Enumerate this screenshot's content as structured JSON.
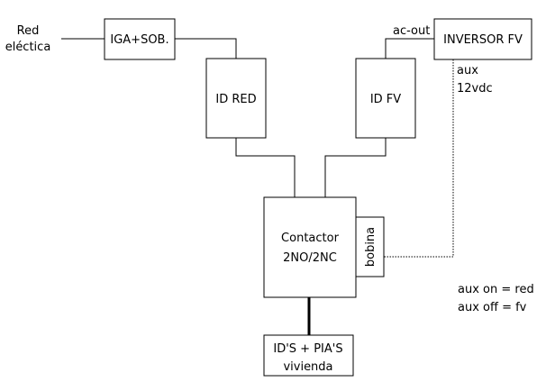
{
  "labels": {
    "red_line1": "Red",
    "red_line2": "eléctica",
    "iga": "IGA+SOB.",
    "id_red": "ID RED",
    "id_fv": "ID FV",
    "inversor": "INVERSOR FV",
    "ac_out": "ac-out",
    "aux_line1": "aux",
    "aux_line2": "12vdc",
    "contactor_line1": "Contactor",
    "contactor_line2": "2NO/2NC",
    "bobina": "bobina",
    "ids_line1": "ID'S + PIA'S",
    "ids_line2": "vivienda",
    "note_line1": "aux on = red",
    "note_line2": "aux off = fv"
  }
}
